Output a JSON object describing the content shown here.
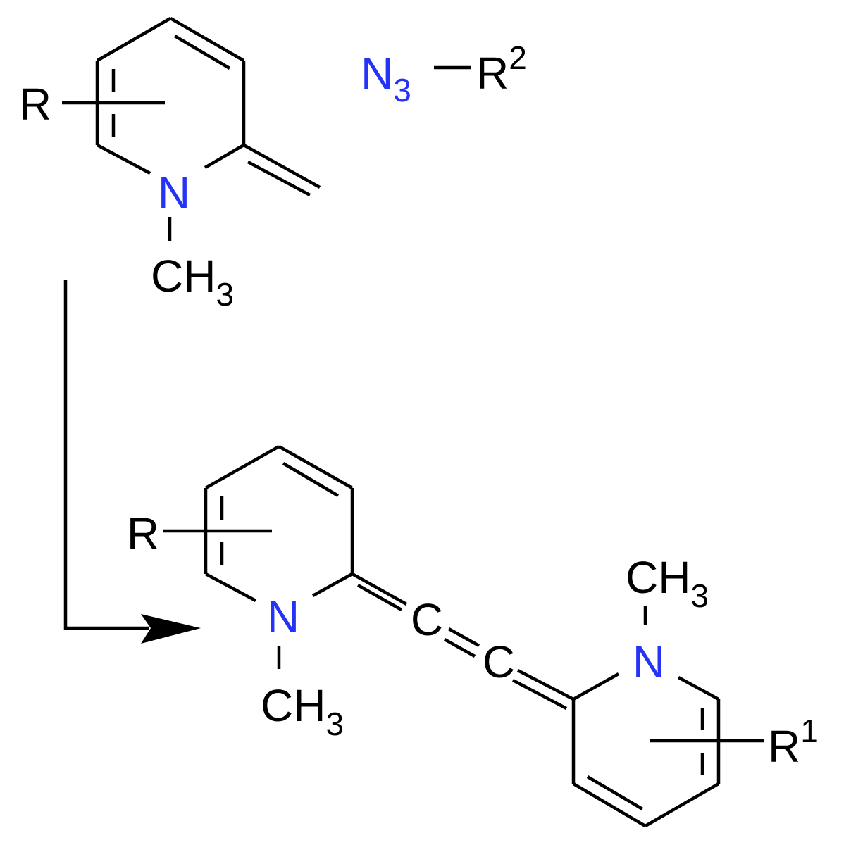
{
  "colors": {
    "bond": "#000000",
    "heteroatom": "#2433f5",
    "background": "#ffffff"
  },
  "reactant": {
    "substituent": "R",
    "nitrogen": "N",
    "n_methyl": {
      "main": "CH",
      "sub": "3"
    }
  },
  "reagent": {
    "azide": {
      "main": "N",
      "sub": "3"
    },
    "group": {
      "main": "R",
      "sup": "2"
    }
  },
  "product": {
    "left_ring": {
      "substituent": "R",
      "nitrogen": "N",
      "n_methyl": {
        "main": "CH",
        "sub": "3"
      }
    },
    "chain": [
      "C",
      "C"
    ],
    "right_ring": {
      "substituent": {
        "main": "R",
        "sup": "1"
      },
      "nitrogen": "N",
      "n_methyl": {
        "main": "CH",
        "sub": "3"
      }
    }
  },
  "arrow": {
    "style": "elbow",
    "direction": "down-then-right"
  }
}
